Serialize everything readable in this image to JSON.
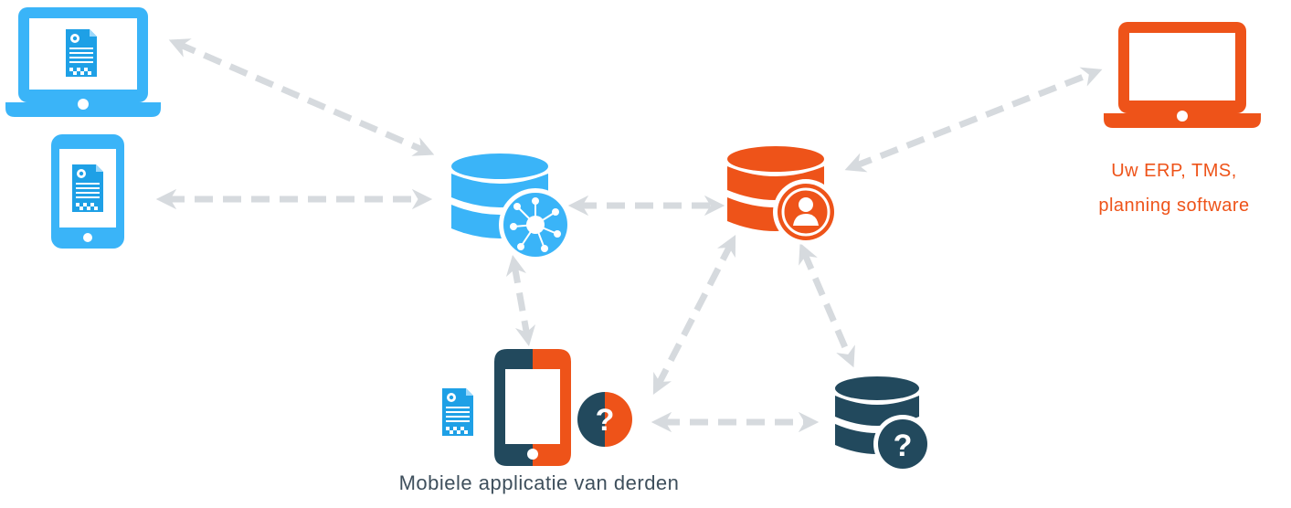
{
  "colors": {
    "blue": "#3ab4f8",
    "orange": "#ee5319",
    "navy": "#22495d",
    "arrow": "#d6dade",
    "text_dark": "#3e4f5c"
  },
  "erp_label": {
    "line1": "Uw ERP, TMS,",
    "line2": "planning software"
  },
  "third_party_label": "Mobiele applicatie van derden",
  "icons": [
    "laptop-icon",
    "tablet-icon",
    "document-icon",
    "database-icon",
    "network-icon",
    "user-icon",
    "smartphone-icon",
    "question-icon"
  ]
}
